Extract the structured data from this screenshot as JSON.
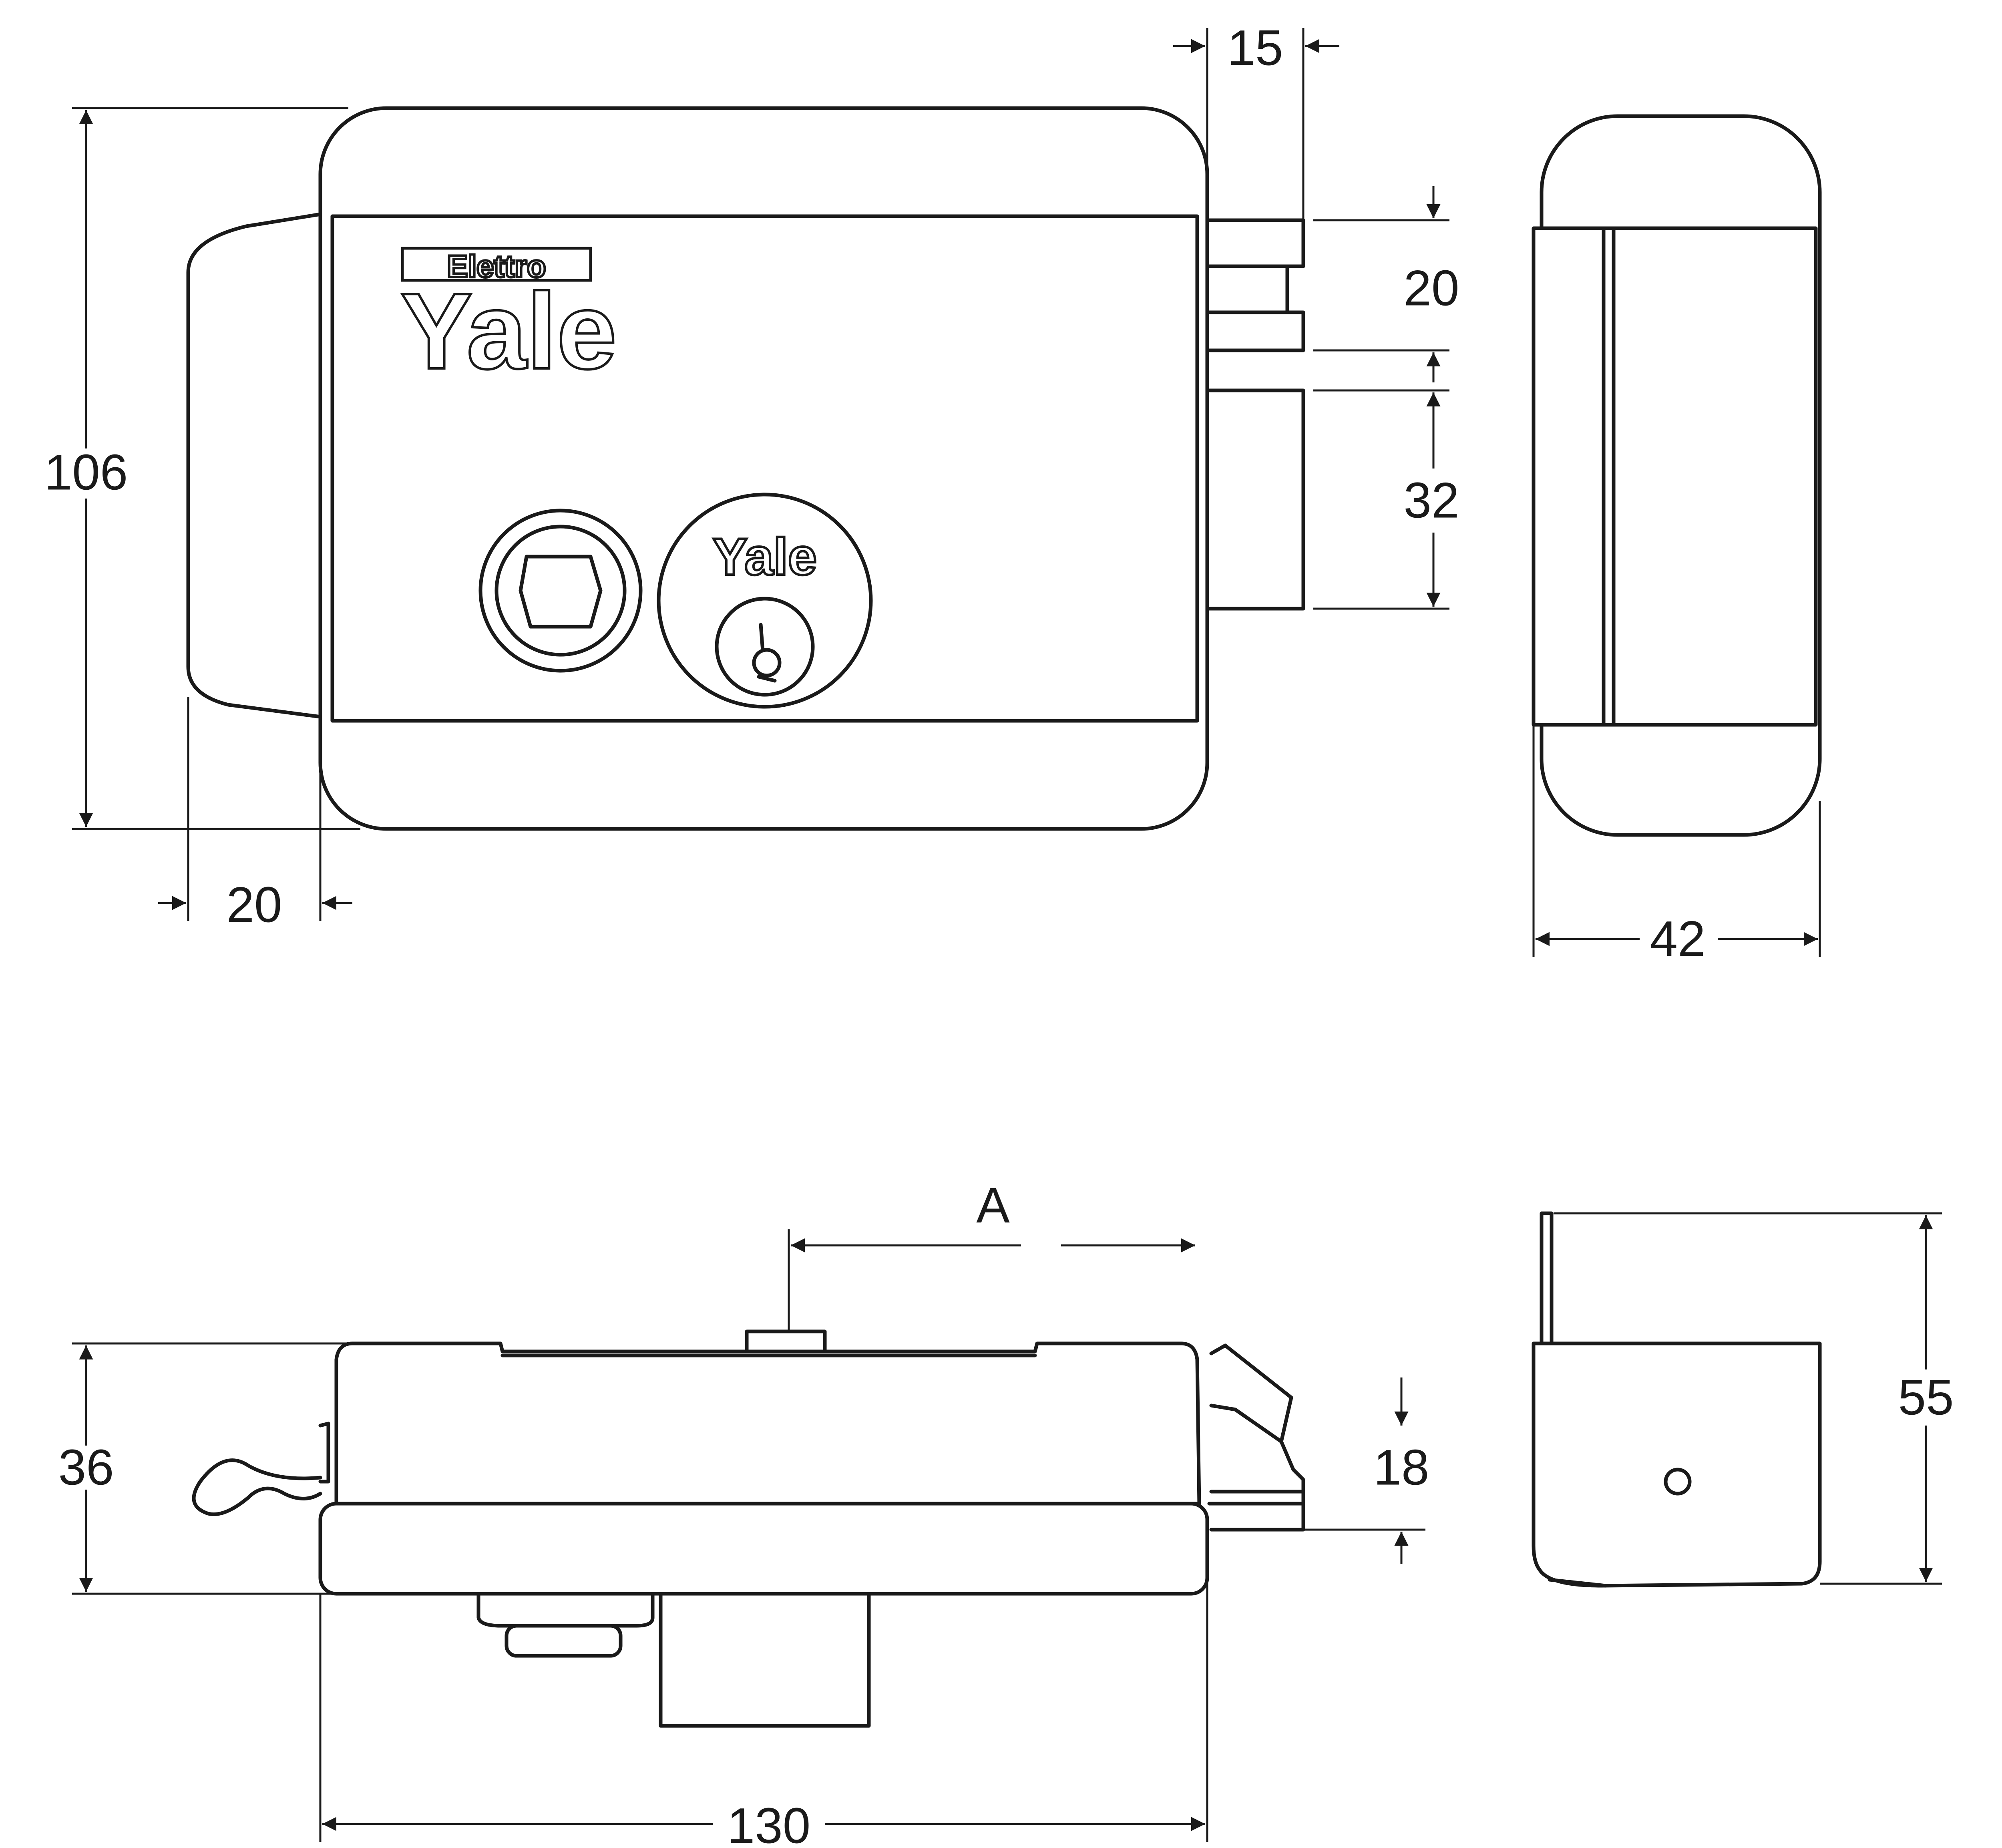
{
  "front_view": {
    "brand_small": "Elettro",
    "brand_large": "Yale",
    "cylinder_brand": "Yale",
    "dimensions": {
      "height": "106",
      "handle_depth": "20",
      "bolt_projection": "15",
      "latch_height": "20",
      "bolt_height": "32"
    }
  },
  "side_view": {
    "dimensions": {
      "width": "42"
    }
  },
  "bottom_view": {
    "dimensions": {
      "height": "36",
      "length": "130",
      "offset": "A",
      "latch": "18"
    }
  },
  "end_view": {
    "dimensions": {
      "height": "55"
    }
  }
}
